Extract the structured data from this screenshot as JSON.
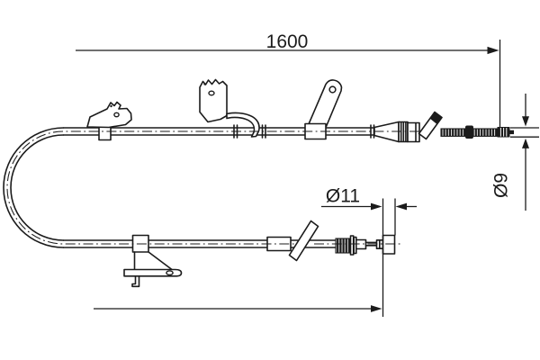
{
  "canvas": {
    "background_color": "#ffffff",
    "ink_color": "#1b1b1b"
  },
  "drawing": {
    "kind": "parking-brake-cable-technical-drawing",
    "dimension_labels": {
      "overall_length": "1600",
      "fitting_diameter": "Ø11",
      "rod_end_diameter": "Ø9"
    }
  }
}
